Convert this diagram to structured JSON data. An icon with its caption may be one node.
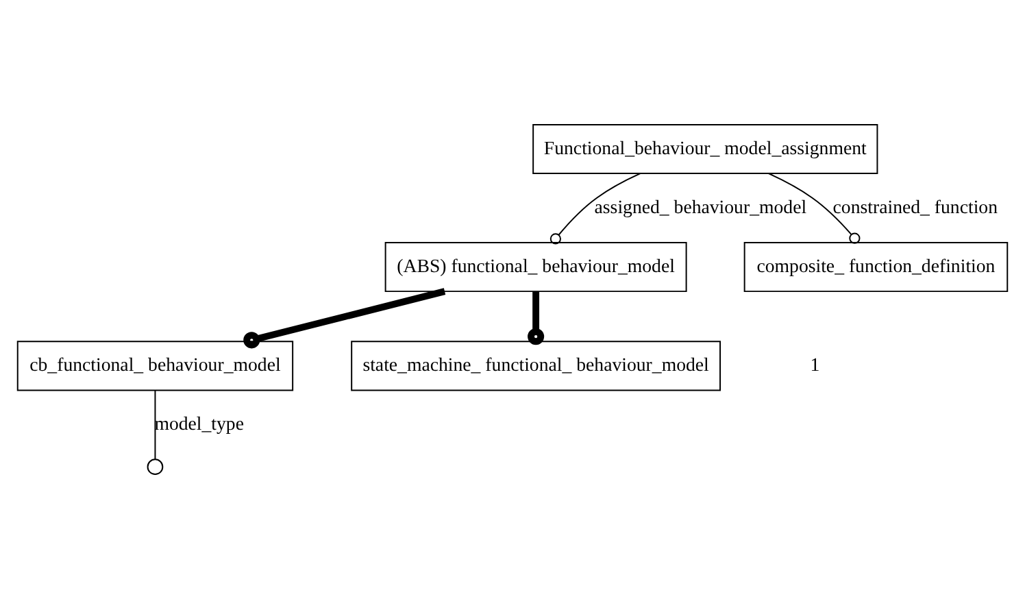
{
  "diagram": {
    "nodes": [
      {
        "text": [
          "(ABS) functional_ behaviour_model"
        ]
      },
      {
        "text": [
          "Functional_behaviour_ model_assignment"
        ]
      },
      {
        "text": [
          "cb_functional_ behaviour_model"
        ]
      },
      {
        "text": [
          "state_machine_ functional_ behaviour_model"
        ]
      },
      {
        "text": [
          "composite_ function_definition"
        ]
      },
      {
        "text": [],
        "shape": "circle"
      }
    ],
    "edges": [
      {
        "from": 0,
        "to": 2,
        "arrow": "other",
        "style": "thick"
      },
      {
        "from": 0,
        "to": 3,
        "arrow": "other",
        "style": "thick"
      },
      {
        "from": 1,
        "to": 0,
        "arrow": "other",
        "label": "assigned_ behaviour_model"
      },
      {
        "from": 1,
        "to": 4,
        "arrow": "other",
        "label": "constrained_ function"
      },
      {
        "from": 2,
        "to": 5,
        "arrow": "none",
        "label": "model_type"
      }
    ],
    "labels": [
      "1"
    ]
  }
}
